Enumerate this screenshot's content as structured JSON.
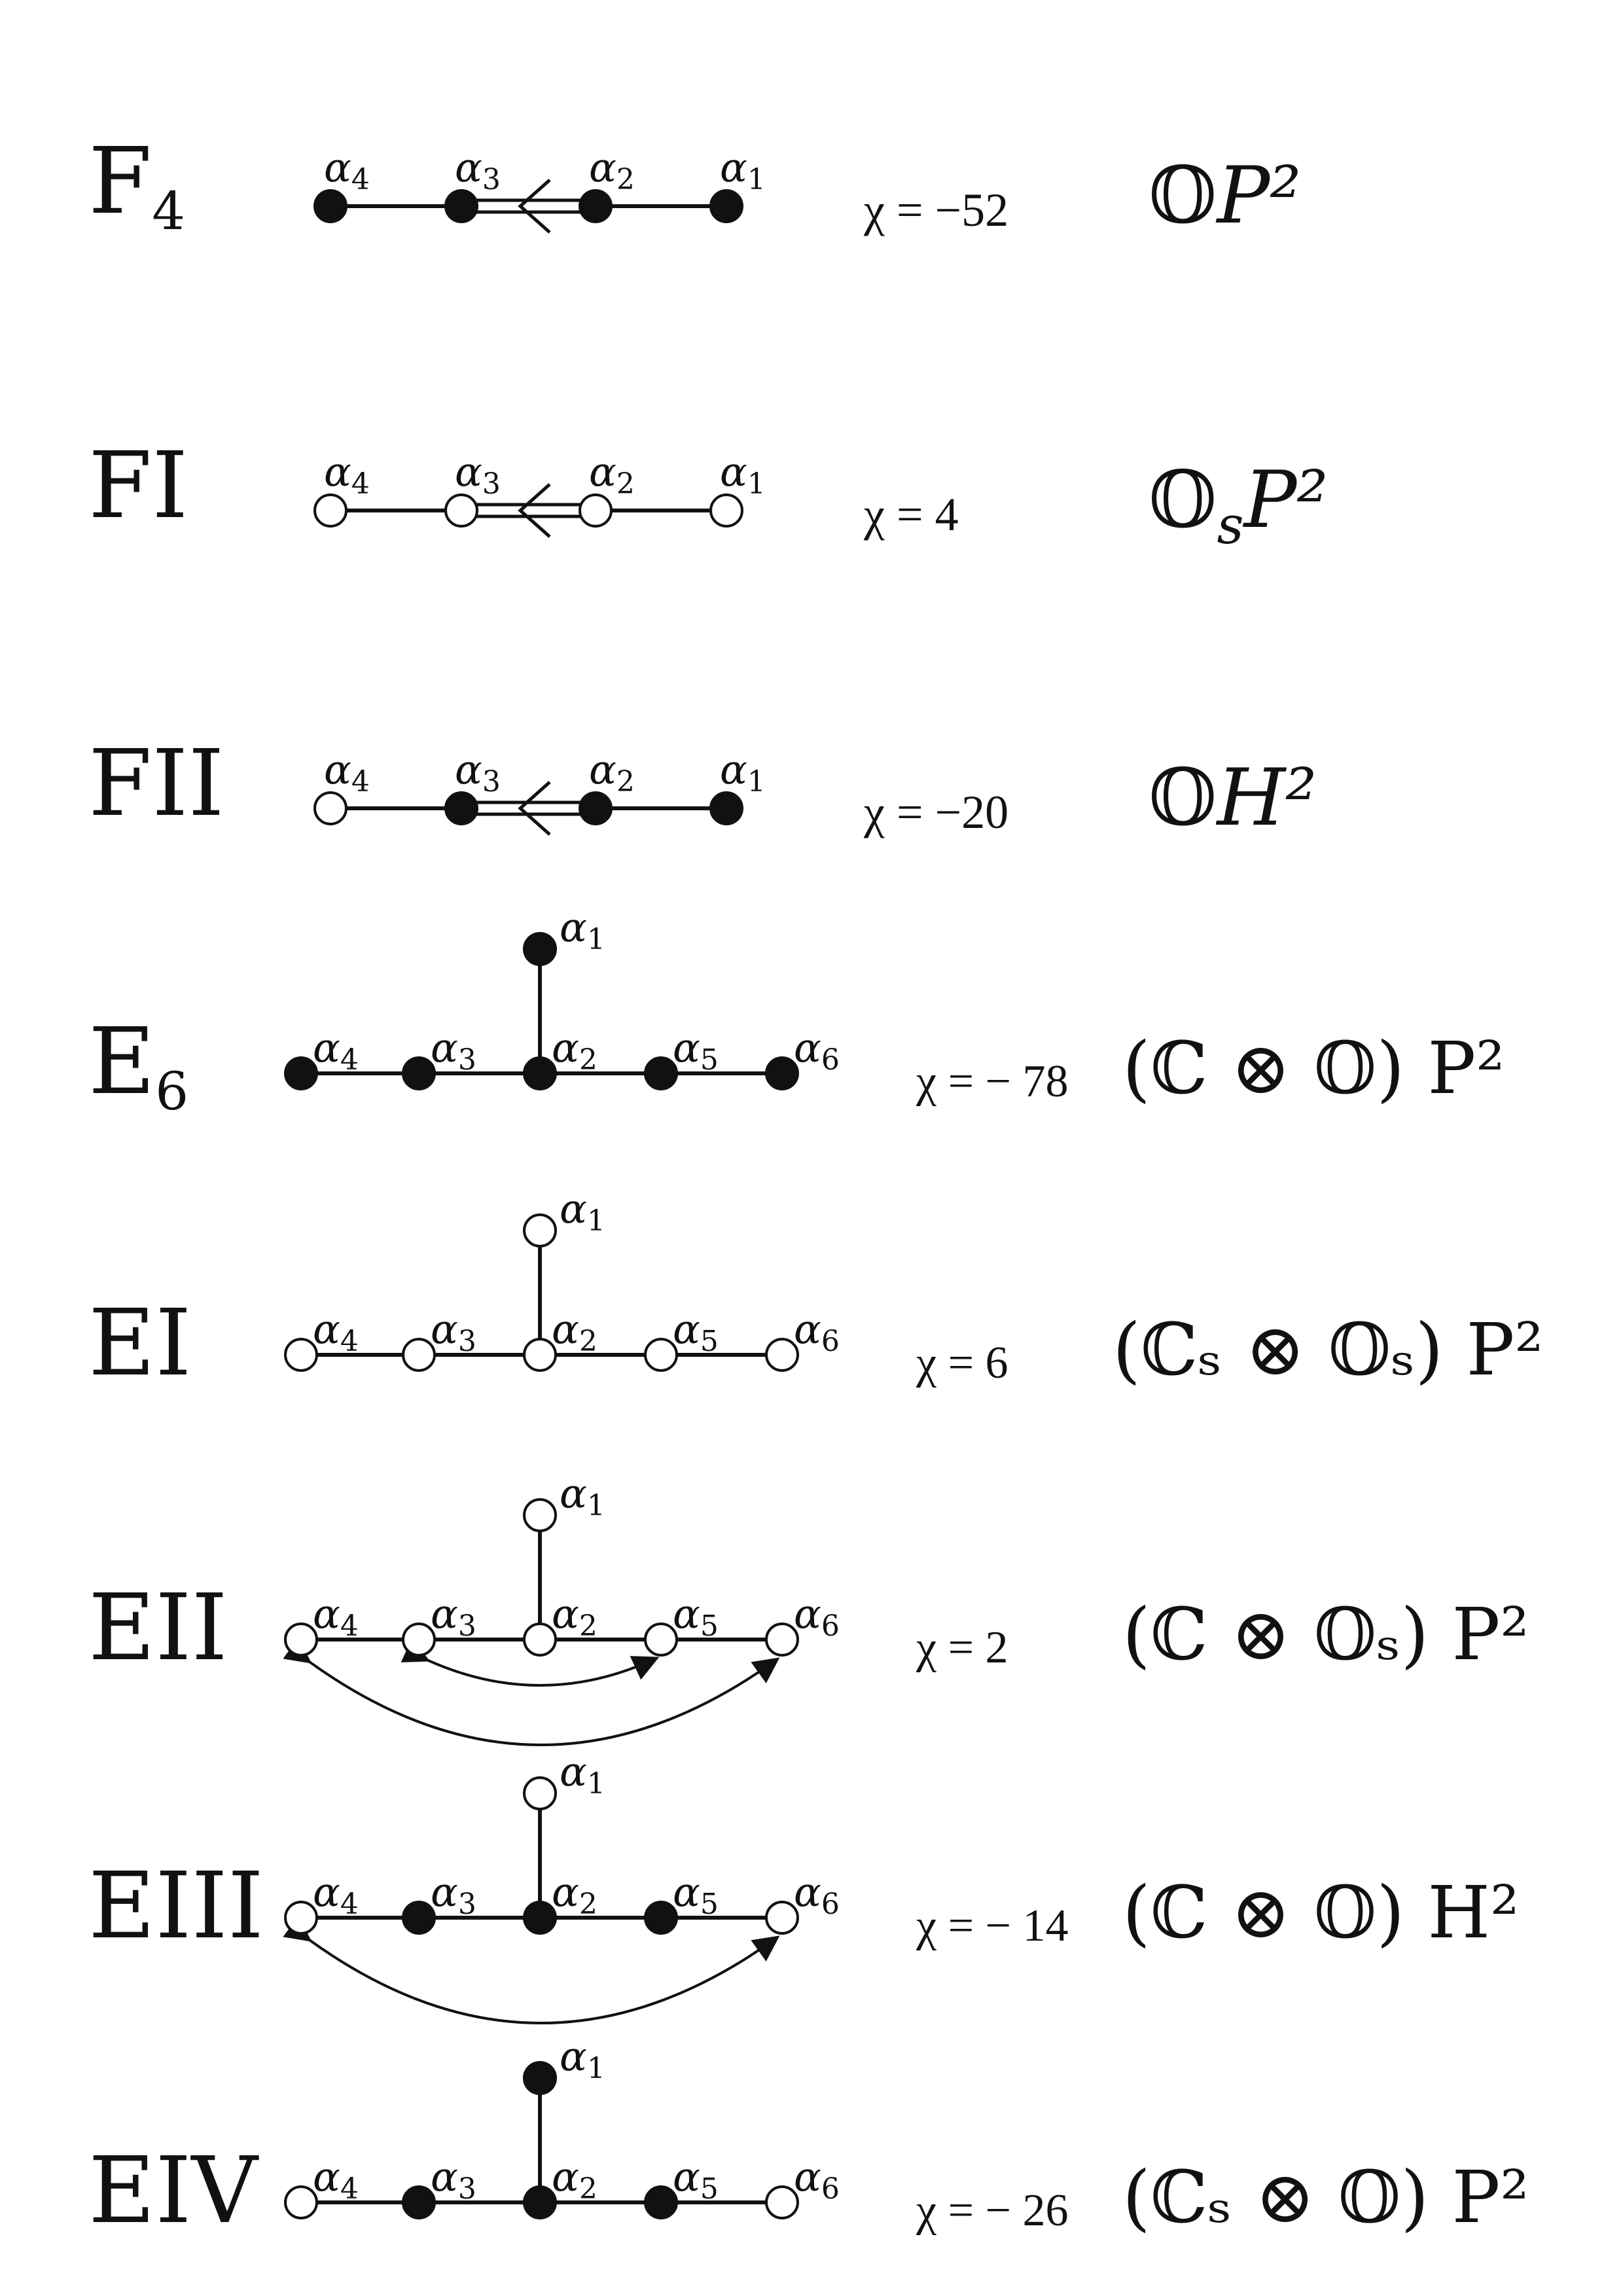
{
  "title": "",
  "rows": [
    {
      "name": {
        "main": "F",
        "sub": "4"
      },
      "chi": "χ = −52",
      "space": {
        "field": "𝕆",
        "field_sub": "",
        "rest": "P²"
      },
      "nodes": [
        {
          "label": "α4",
          "filled": true
        },
        {
          "label": "α3",
          "filled": true
        },
        {
          "label": "α2",
          "filled": true
        },
        {
          "label": "α1",
          "filled": true
        }
      ],
      "type": "F"
    },
    {
      "name": {
        "main": "FI",
        "sub": ""
      },
      "chi": "χ =   4",
      "space": {
        "field": "𝕆",
        "field_sub": "s",
        "rest": "P²"
      },
      "nodes": [
        {
          "label": "α4",
          "filled": false
        },
        {
          "label": "α3",
          "filled": false
        },
        {
          "label": "α2",
          "filled": false
        },
        {
          "label": "α1",
          "filled": false
        }
      ],
      "type": "F"
    },
    {
      "name": {
        "main": "FII",
        "sub": ""
      },
      "chi": "χ = −20",
      "space": {
        "field": "𝕆",
        "field_sub": "",
        "rest": "H²"
      },
      "nodes": [
        {
          "label": "α4",
          "filled": false
        },
        {
          "label": "α3",
          "filled": true
        },
        {
          "label": "α2",
          "filled": true
        },
        {
          "label": "α1",
          "filled": true
        }
      ],
      "type": "F"
    },
    {
      "name": {
        "main": "E",
        "sub": "6"
      },
      "chi": "χ = − 78",
      "space": {
        "text": "(ℂ ⊗ 𝕆) P²"
      },
      "nodes": [
        {
          "label": "α4",
          "filled": true
        },
        {
          "label": "α3",
          "filled": true
        },
        {
          "label": "α2",
          "filled": true
        },
        {
          "label": "α5",
          "filled": true
        },
        {
          "label": "α6",
          "filled": true
        },
        {
          "label": "α1",
          "filled": true
        }
      ],
      "type": "E",
      "arcs": []
    },
    {
      "name": {
        "main": "EI",
        "sub": ""
      },
      "chi": "χ = 6",
      "space": {
        "text": "(ℂₛ ⊗ 𝕆ₛ) P²"
      },
      "nodes": [
        {
          "label": "α4",
          "filled": false
        },
        {
          "label": "α3",
          "filled": false
        },
        {
          "label": "α2",
          "filled": false
        },
        {
          "label": "α5",
          "filled": false
        },
        {
          "label": "α6",
          "filled": false
        },
        {
          "label": "α1",
          "filled": false
        }
      ],
      "type": "E",
      "arcs": []
    },
    {
      "name": {
        "main": "EII",
        "sub": ""
      },
      "chi": "χ = 2",
      "space": {
        "text": "(ℂ ⊗ 𝕆ₛ) P²"
      },
      "nodes": [
        {
          "label": "α4",
          "filled": false
        },
        {
          "label": "α3",
          "filled": false
        },
        {
          "label": "α2",
          "filled": false
        },
        {
          "label": "α5",
          "filled": false
        },
        {
          "label": "α6",
          "filled": false
        },
        {
          "label": "α1",
          "filled": false
        }
      ],
      "type": "E",
      "arcs": [
        "inner",
        "outer"
      ]
    },
    {
      "name": {
        "main": "EIII",
        "sub": ""
      },
      "chi": "χ = − 14",
      "space": {
        "text": "(ℂ ⊗ 𝕆) H²"
      },
      "nodes": [
        {
          "label": "α4",
          "filled": false
        },
        {
          "label": "α3",
          "filled": true
        },
        {
          "label": "α2",
          "filled": true
        },
        {
          "label": "α5",
          "filled": true
        },
        {
          "label": "α6",
          "filled": false
        },
        {
          "label": "α1",
          "filled": false
        }
      ],
      "type": "E",
      "arcs": [
        "outer"
      ]
    },
    {
      "name": {
        "main": "EIV",
        "sub": ""
      },
      "chi": "χ = − 26",
      "space": {
        "text": "(ℂₛ ⊗ 𝕆) P²"
      },
      "nodes": [
        {
          "label": "α4",
          "filled": false
        },
        {
          "label": "α3",
          "filled": true
        },
        {
          "label": "α2",
          "filled": true
        },
        {
          "label": "α5",
          "filled": true
        },
        {
          "label": "α6",
          "filled": false
        },
        {
          "label": "α1",
          "filled": true
        }
      ],
      "type": "E",
      "arcs": []
    }
  ]
}
